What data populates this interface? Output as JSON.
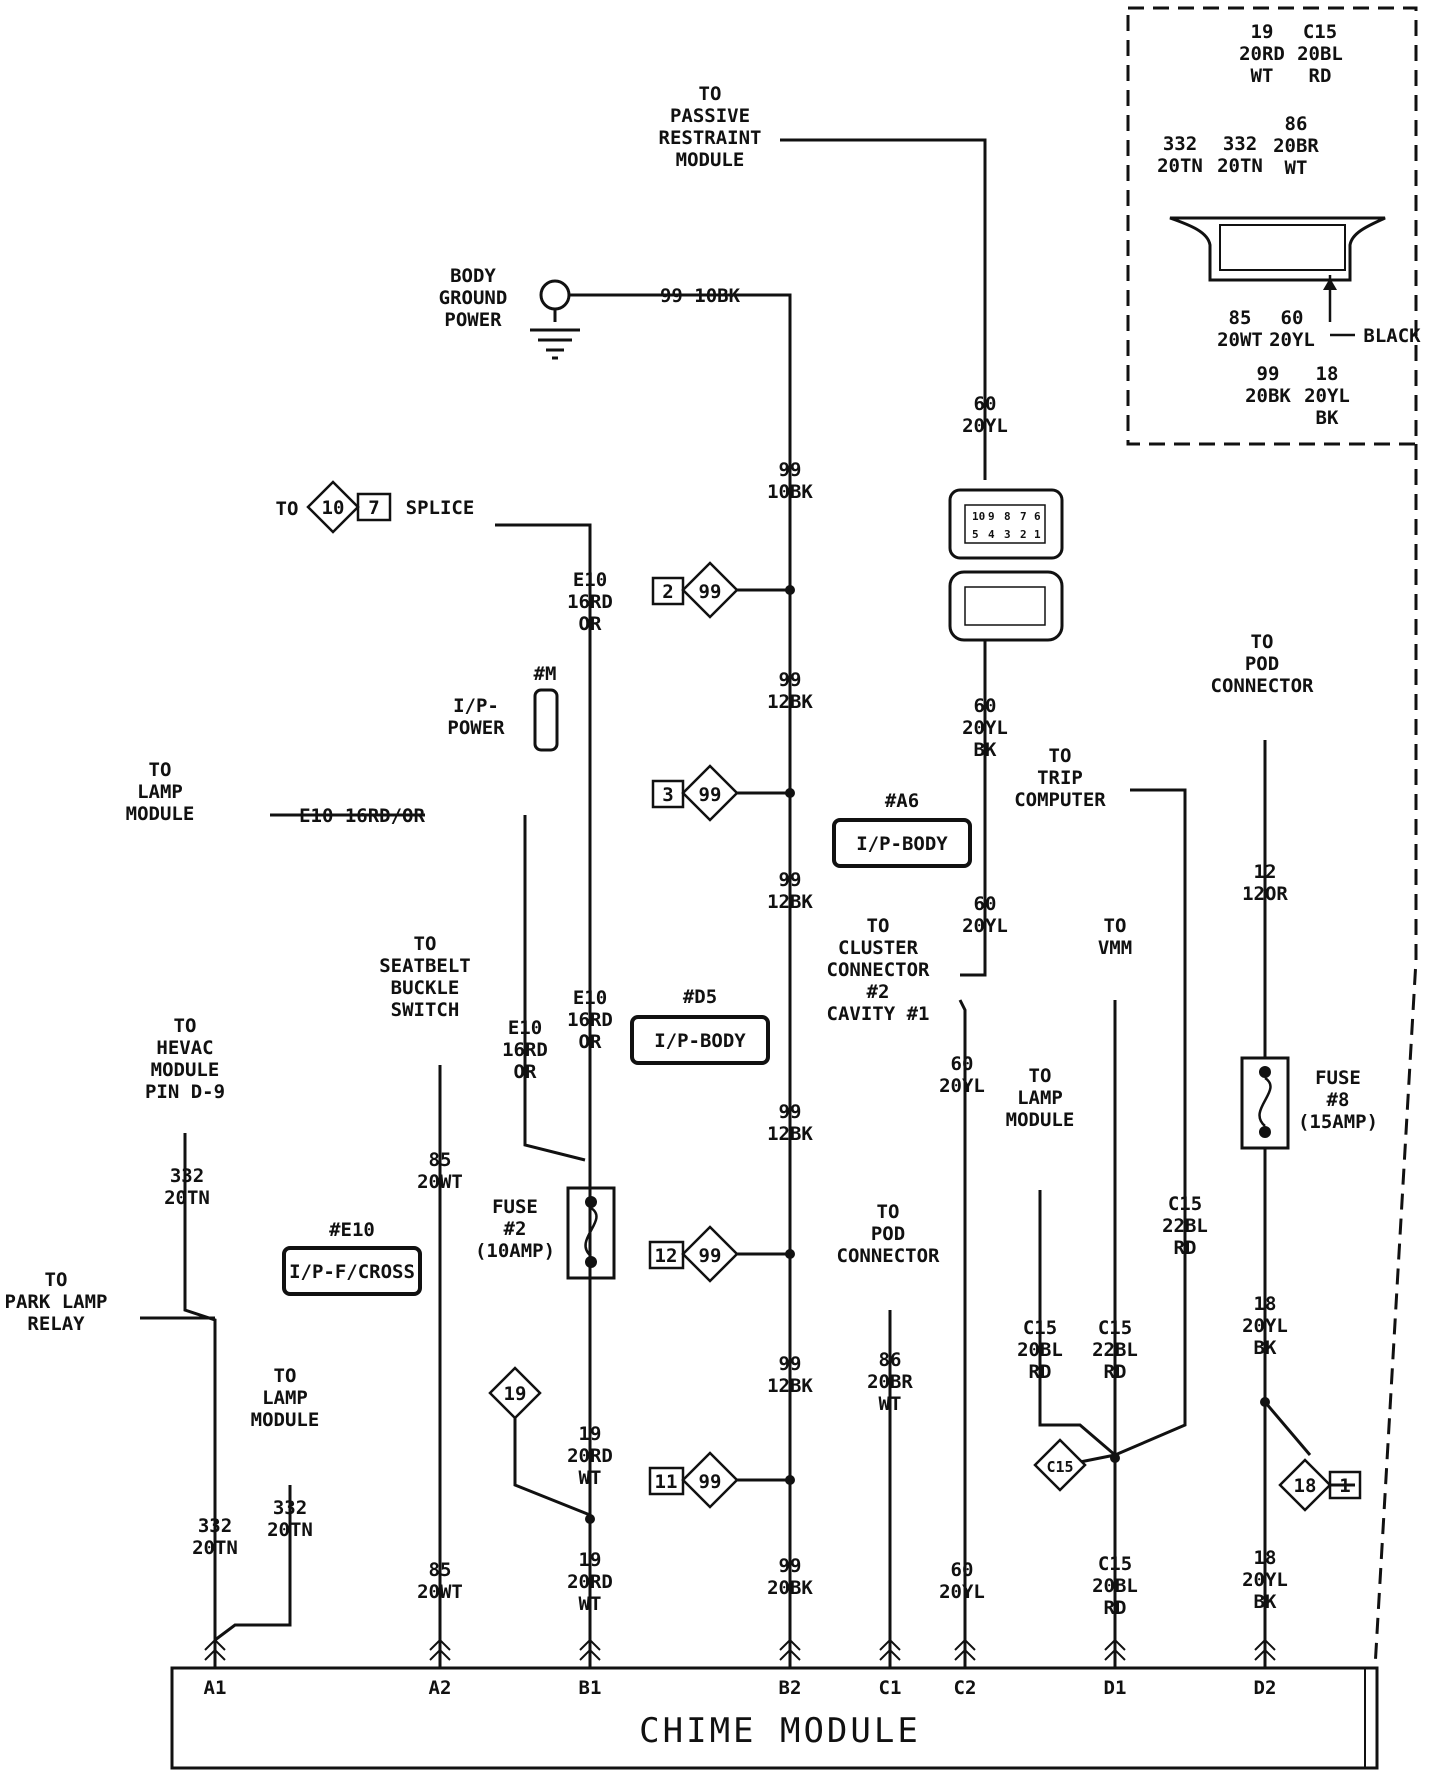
{
  "module_title": "CHIME MODULE",
  "pins": [
    "A1",
    "A2",
    "B1",
    "B2",
    "C1",
    "C2",
    "D1",
    "D2"
  ],
  "destinations": {
    "passive_restraint": [
      "TO",
      "PASSIVE",
      "RESTRAINT",
      "MODULE"
    ],
    "body_ground": [
      "BODY",
      "GROUND",
      "POWER"
    ],
    "splice_to": "TO",
    "splice_label": "SPLICE",
    "splice_num_a": "10",
    "splice_num_b": "7",
    "lamp_module_top": [
      "TO",
      "LAMP",
      "MODULE"
    ],
    "seatbelt": [
      "TO",
      "SEATBELT",
      "BUCKLE",
      "SWITCH"
    ],
    "hevac": [
      "TO",
      "HEVAC",
      "MODULE",
      "PIN D-9"
    ],
    "park_lamp": [
      "TO",
      "PARK LAMP",
      "RELAY"
    ],
    "lamp_module_low": [
      "TO",
      "LAMP",
      "MODULE"
    ],
    "pod_mid": [
      "TO",
      "POD",
      "CONNECTOR"
    ],
    "cluster": [
      "TO",
      "CLUSTER",
      "CONNECTOR",
      "#2",
      "CAVITY #1"
    ],
    "lamp_module_right": [
      "TO",
      "LAMP",
      "MODULE"
    ],
    "vmm": [
      "TO",
      "VMM"
    ],
    "trip": [
      "TO",
      "TRIP",
      "COMPUTER"
    ],
    "pod_right": [
      "TO",
      "POD",
      "CONNECTOR"
    ]
  },
  "wires": {
    "w99_top": "99 10BK",
    "w99_10bk": [
      "99",
      "10BK"
    ],
    "w99_12bk_1": [
      "99",
      "12BK"
    ],
    "w99_12bk_2": [
      "99",
      "12BK"
    ],
    "w99_12bk_3": [
      "99",
      "12BK"
    ],
    "w99_12bk_4": [
      "99",
      "12BK"
    ],
    "w99_20bk": [
      "99",
      "20BK"
    ],
    "w60_top": [
      "60",
      "20YL"
    ],
    "w60_bk": [
      "60",
      "20YL",
      "BK"
    ],
    "w60_mid": [
      "60",
      "20YL"
    ],
    "w60_low": [
      "60",
      "20YL"
    ],
    "w60_bottom": [
      "60",
      "20YL"
    ],
    "e10_top": [
      "E10",
      "16RD",
      "OR"
    ],
    "e10_lamp": "E10 16RD/OR",
    "e10_mid": [
      "E10",
      "16RD",
      "OR"
    ],
    "e10_left": [
      "E10",
      "16RD",
      "OR"
    ],
    "w332_up": [
      "332",
      "20TN"
    ],
    "w332_low": [
      "332",
      "20TN"
    ],
    "w332_lamp": [
      "332",
      "20TN"
    ],
    "w85_up": [
      "85",
      "20WT"
    ],
    "w85_low": [
      "85",
      "20WT"
    ],
    "w19_up": [
      "19",
      "20RD",
      "WT"
    ],
    "w19_low": [
      "19",
      "20RD",
      "WT"
    ],
    "w86": [
      "86",
      "20BR",
      "WT"
    ],
    "c15_left": [
      "C15",
      "20BL",
      "RD"
    ],
    "c15_mid": [
      "C15",
      "22BL",
      "RD"
    ],
    "c15_right": [
      "C15",
      "22BL",
      "RD"
    ],
    "c15_bottom": [
      "C15",
      "20BL",
      "RD"
    ],
    "w12": [
      "12",
      "12OR"
    ],
    "w18_up": [
      "18",
      "20YL",
      "BK"
    ],
    "w18_low": [
      "18",
      "20YL",
      "BK"
    ]
  },
  "connectors": {
    "m_ref": "#M",
    "m_label": [
      "I/P-",
      "POWER"
    ],
    "a6_ref": "#A6",
    "a6_label": "I/P-BODY",
    "d5_ref": "#D5",
    "d5_label": "I/P-BODY",
    "e10_ref": "#E10",
    "e10_label": "I/P-F/CROSS"
  },
  "fuses": {
    "fuse2": [
      "FUSE",
      "#2",
      "(10AMP)"
    ],
    "fuse8": [
      "FUSE",
      "#8",
      "(15AMP)"
    ]
  },
  "splices": {
    "s99_2": {
      "num": "2",
      "id": "99"
    },
    "s99_3": {
      "num": "3",
      "id": "99"
    },
    "s99_12": {
      "num": "12",
      "id": "99"
    },
    "s99_11": {
      "num": "11",
      "id": "99"
    },
    "s19": "19",
    "sc15": "C15",
    "s18": {
      "num": "1",
      "id": "18"
    }
  },
  "inset": {
    "top_a": [
      "19",
      "20RD",
      "WT"
    ],
    "top_b": [
      "C15",
      "20BL",
      "RD"
    ],
    "mid_a": [
      "332",
      "20TN"
    ],
    "mid_b": [
      "332",
      "20TN"
    ],
    "mid_c": [
      "86",
      "20BR",
      "WT"
    ],
    "low_a": [
      "85",
      "20WT"
    ],
    "low_b": [
      "60",
      "20YL"
    ],
    "low_c": [
      "99",
      "20BK"
    ],
    "low_d": [
      "18",
      "20YL",
      "BK"
    ],
    "color": "BLACK"
  },
  "connector_pins_row1": [
    "10",
    "9",
    "8",
    "7",
    "6"
  ],
  "connector_pins_row2": [
    "5",
    "4",
    "3",
    "2",
    "1"
  ]
}
